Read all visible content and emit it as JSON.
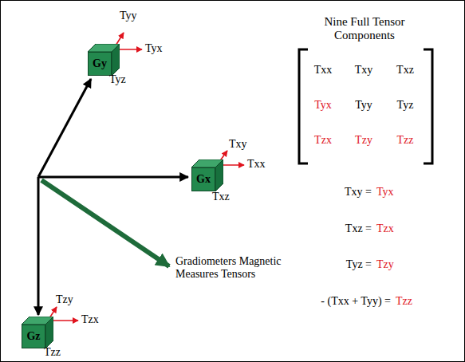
{
  "diagram": {
    "nodes": [
      {
        "text": [
          "Gy"
        ]
      },
      {
        "text": [
          "Gx"
        ]
      },
      {
        "text": [
          "Gz"
        ]
      }
    ],
    "labels": [
      "Tyy",
      "Tyx",
      "Tyz",
      "Txy",
      "Txx",
      "Txz",
      "Tzy",
      "Tzx",
      "Tzz",
      "Gradiometers Magnetic Measures Tensors",
      "Nine Full Tensor Components",
      "Txx",
      "Txy",
      "Txz",
      "Tyx",
      "Tyy",
      "Tyz",
      "Tzx",
      "Tzy",
      "Tzz",
      "Txy =",
      "Tyx",
      "Txz =",
      "Tzx",
      "Tyz =",
      "Tzy",
      "- (Txx + Tyy) =",
      "Tzz"
    ]
  }
}
